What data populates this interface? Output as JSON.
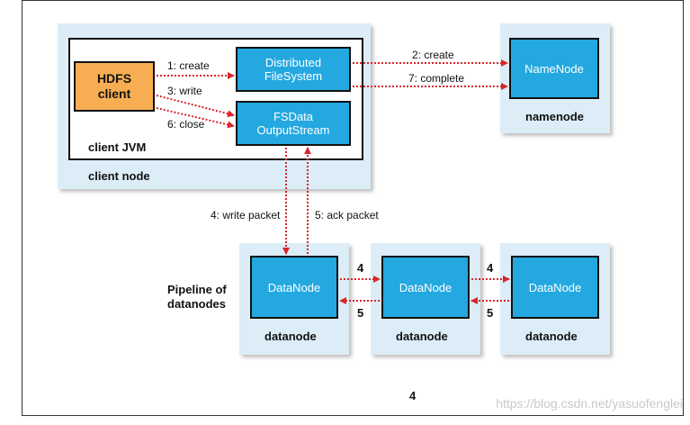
{
  "client_node": {
    "label": "client node",
    "jvm_label": "client JVM"
  },
  "hdfs_client": {
    "line1": "HDFS",
    "line2": "client"
  },
  "dfs": {
    "line1": "Distributed",
    "line2": "FileSystem"
  },
  "fsdata": {
    "line1": "FSData",
    "line2": "OutputStream"
  },
  "namenode": {
    "box": "NameNode",
    "label": "namenode"
  },
  "edges": {
    "create1": "1: create",
    "write3": "3: write",
    "close6": "6: close",
    "create2": "2: create",
    "complete7": "7: complete",
    "write_packet": "4: write packet",
    "ack_packet": "5: ack packet",
    "pipe_fwd": "4",
    "pipe_back": "5"
  },
  "pipeline": {
    "line1": "Pipeline of",
    "line2": "datanodes"
  },
  "datanodes": [
    {
      "box": "DataNode",
      "label": "datanode"
    },
    {
      "box": "DataNode",
      "label": "datanode"
    },
    {
      "box": "DataNode",
      "label": "datanode"
    }
  ],
  "page_number": "4",
  "watermark": "https://blog.csdn.net/yasuofenglei",
  "colors": {
    "node_bg": "#dcedf7",
    "box_blue": "#24a8e0",
    "box_orange": "#f7ae52",
    "arrow_red": "#d7262b"
  }
}
